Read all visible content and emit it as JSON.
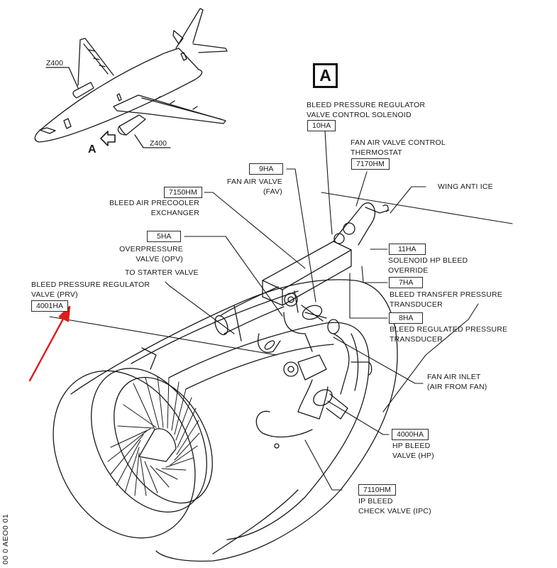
{
  "figure": {
    "view_label": "A",
    "view_arrow_label": "A",
    "document_id": "00 0 AEO0 01",
    "highlight_color": "#e01c1c",
    "line_color": "#1a1a1a"
  },
  "aircraft": {
    "zone_labels": [
      "Z400",
      "Z400"
    ]
  },
  "callouts": [
    {
      "id": "10HA",
      "desc": [
        "BLEED PRESSURE REGULATOR",
        "VALVE CONTROL SOLENOID"
      ]
    },
    {
      "id": "7170HM",
      "desc": [
        "FAN AIR VALVE CONTROL",
        "THERMOSTAT"
      ]
    },
    {
      "id": "9HA",
      "desc": [
        "FAN AIR VALVE",
        "(FAV)"
      ]
    },
    {
      "id": "7150HM",
      "desc": [
        "BLEED AIR PRECOOLER",
        "EXCHANGER"
      ]
    },
    {
      "id": "5HA",
      "desc": [
        "OVERPRESSURE",
        "VALVE (OPV)"
      ]
    },
    {
      "id": "",
      "desc": [
        "TO STARTER VALVE"
      ]
    },
    {
      "id": "4001HA",
      "desc": [
        "BLEED PRESSURE REGULATOR",
        "VALVE (PRV)"
      ],
      "highlighted": true
    },
    {
      "id": "",
      "desc": [
        "WING ANTI ICE"
      ]
    },
    {
      "id": "11HA",
      "desc": [
        "SOLENOID HP BLEED",
        "OVERRIDE"
      ]
    },
    {
      "id": "7HA",
      "desc": [
        "BLEED TRANSFER PRESSURE",
        "TRANSDUCER"
      ]
    },
    {
      "id": "8HA",
      "desc": [
        "BLEED REGULATED PRESSURE",
        "TRANSDUCER"
      ]
    },
    {
      "id": "",
      "desc": [
        "FAN AIR INLET",
        "(AIR FROM FAN)"
      ]
    },
    {
      "id": "4000HA",
      "desc": [
        "HP BLEED",
        "VALVE (HP)"
      ]
    },
    {
      "id": "7110HM",
      "desc": [
        "IP BLEED",
        "CHECK VALVE (IPC)"
      ]
    }
  ]
}
